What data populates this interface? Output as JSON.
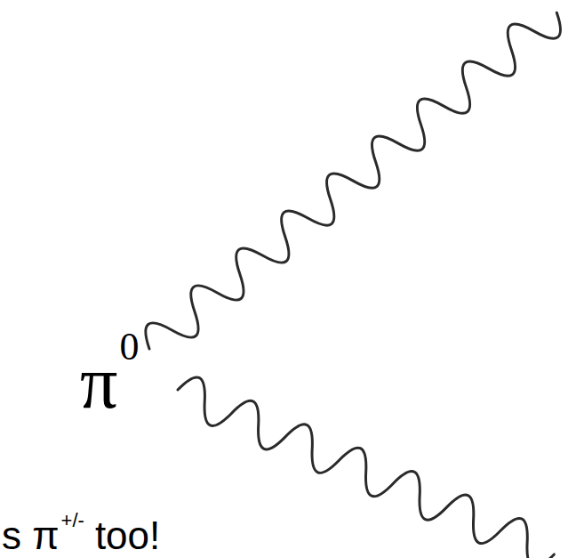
{
  "diagram": {
    "labels": [
      "π",
      "0",
      "s π",
      "+/-",
      "too!"
    ]
  }
}
